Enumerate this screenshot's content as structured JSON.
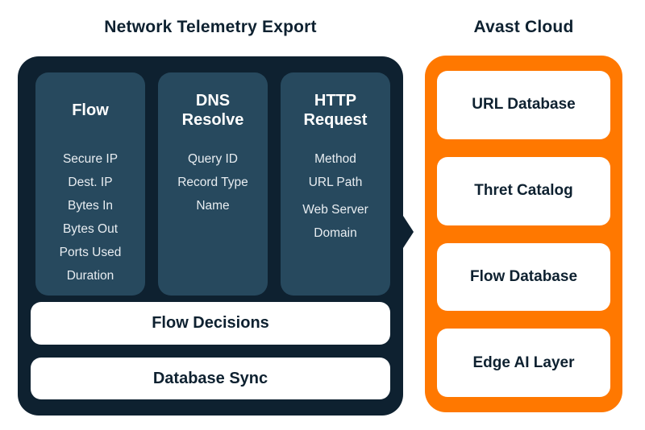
{
  "colors": {
    "panel_dark": "#0e2130",
    "column_bg": "#27495e",
    "orange": "#ff7800",
    "text_dark": "#0e2130",
    "text_light": "#e8edf1",
    "white": "#ffffff"
  },
  "telemetry": {
    "title": "Network Telemetry Export",
    "columns": [
      {
        "title": "Flow",
        "items": [
          "Secure IP",
          "Dest. IP",
          "Bytes In",
          "Bytes Out",
          "Ports Used",
          "Duration"
        ]
      },
      {
        "title": "DNS Resolve",
        "items": [
          "Query ID",
          "Record Type",
          "Name"
        ]
      },
      {
        "title": "HTTP Request",
        "items": [
          "Method",
          "URL Path",
          "Web Server Domain"
        ]
      }
    ],
    "bars": [
      "Flow Decisions",
      "Database Sync"
    ]
  },
  "cloud": {
    "title": "Avast Cloud",
    "boxes": [
      "URL Database",
      "Thret Catalog",
      "Flow Database",
      "Edge AI Layer"
    ]
  }
}
